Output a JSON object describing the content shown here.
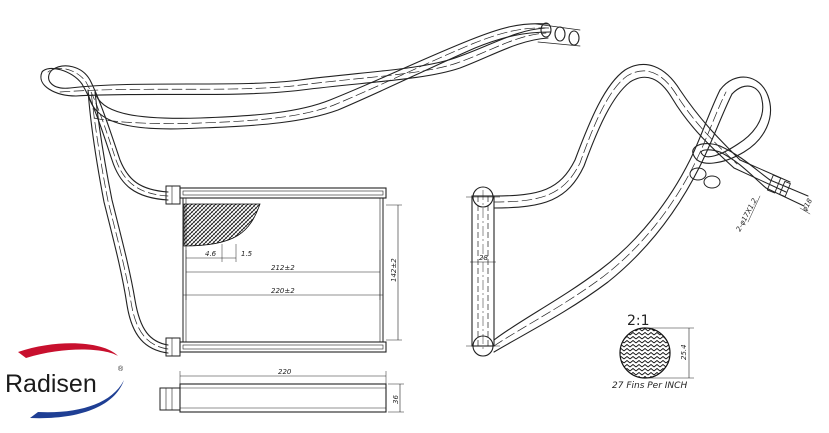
{
  "logo": {
    "text": "Radisen",
    "registered": "®",
    "swoosh_colors": [
      "#c8102e",
      "#1f3f94"
    ]
  },
  "core": {
    "dim_pitch": "4.6",
    "dim_fin": "1.5",
    "dim_inner_width": "212±2",
    "dim_outer_width": "220±2",
    "dim_height": "142±2"
  },
  "bottom_view": {
    "dim_width": "220",
    "dim_depth": "36"
  },
  "side_view": {
    "dim_tube": "28"
  },
  "detail": {
    "scale": "2:1",
    "dim_core": "25.4",
    "fins_note": "27 Fins Per INCH"
  },
  "pipe": {
    "dim_thread": "2-φ17X1.2",
    "dim_diameter": "φ18"
  }
}
